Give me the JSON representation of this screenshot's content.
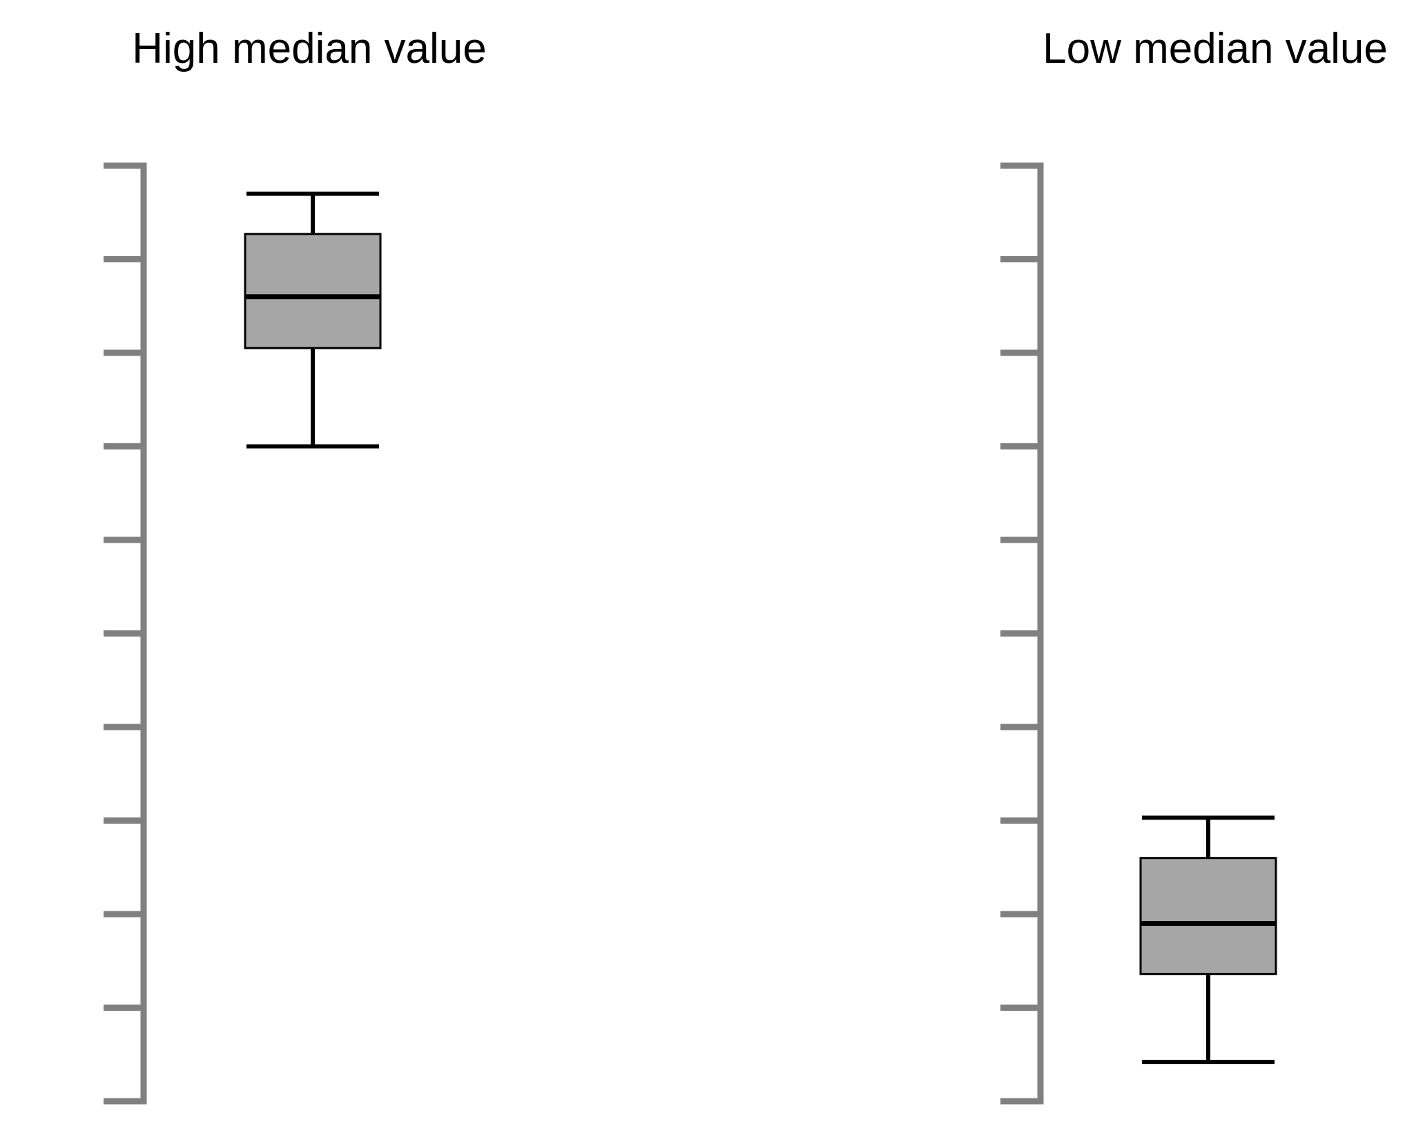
{
  "colors": {
    "axis": "#808080",
    "box_fill": "#a6a6a6",
    "box_stroke": "#000000",
    "whisker": "#000000",
    "background": "#ffffff"
  },
  "chart_data": [
    {
      "type": "box",
      "title": "High median value",
      "xlabel": "",
      "ylabel": "",
      "ylim": [
        0,
        10
      ],
      "tick_count": 11,
      "tick_labels_shown": false,
      "grid": false,
      "box": {
        "whisker_low": 7.0,
        "q1": 8.05,
        "median": 8.6,
        "q3": 9.27,
        "whisker_high": 9.7
      }
    },
    {
      "type": "box",
      "title": "Low median value",
      "xlabel": "",
      "ylabel": "",
      "ylim": [
        0,
        10
      ],
      "tick_count": 11,
      "tick_labels_shown": false,
      "grid": false,
      "box": {
        "whisker_low": 0.42,
        "q1": 1.36,
        "median": 1.9,
        "q3": 2.6,
        "whisker_high": 3.03
      }
    }
  ]
}
